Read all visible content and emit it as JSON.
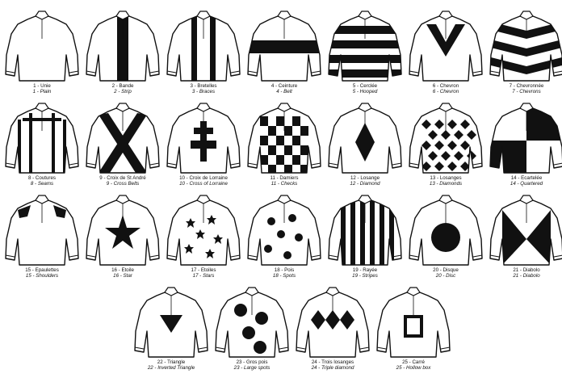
{
  "silks": [
    {
      "num": "1",
      "fr": "Unie",
      "en": "Plain",
      "pattern": "plain"
    },
    {
      "num": "2",
      "fr": "Bande",
      "en": "Strip",
      "pattern": "strip"
    },
    {
      "num": "3",
      "fr": "Bretelles",
      "en": "Braces",
      "pattern": "braces"
    },
    {
      "num": "4",
      "fr": "Ceinture",
      "en": "Belt",
      "pattern": "belt"
    },
    {
      "num": "5",
      "fr": "Cerclée",
      "en": "Hooped",
      "pattern": "hooped"
    },
    {
      "num": "6",
      "fr": "Chevron",
      "en": "Chevron",
      "pattern": "chevron"
    },
    {
      "num": "7",
      "fr": "Chevronnée",
      "en": "Chevrons",
      "pattern": "chevrons"
    },
    {
      "num": "8",
      "fr": "Coutures",
      "en": "Seams",
      "pattern": "seams"
    },
    {
      "num": "9",
      "fr": "Croix de St André",
      "en": "Cross Belts",
      "pattern": "crossbelts"
    },
    {
      "num": "10",
      "fr": "Croix de Lorraine",
      "en": "Cross of Lorraine",
      "pattern": "lorraine"
    },
    {
      "num": "11",
      "fr": "Damiers",
      "en": "Checks",
      "pattern": "checks"
    },
    {
      "num": "12",
      "fr": "Losange",
      "en": "Diamond",
      "pattern": "diamond"
    },
    {
      "num": "13",
      "fr": "Losanges",
      "en": "Diamonds",
      "pattern": "diamonds"
    },
    {
      "num": "14",
      "fr": "Ecartelée",
      "en": "Quartered",
      "pattern": "quartered"
    },
    {
      "num": "15",
      "fr": "Epaulettes",
      "en": "Shoulders",
      "pattern": "shoulders"
    },
    {
      "num": "16",
      "fr": "Etoile",
      "en": "Star",
      "pattern": "star"
    },
    {
      "num": "17",
      "fr": "Etoiles",
      "en": "Stars",
      "pattern": "stars"
    },
    {
      "num": "18",
      "fr": "Pois",
      "en": "Spots",
      "pattern": "spots"
    },
    {
      "num": "19",
      "fr": "Rayée",
      "en": "Stripes",
      "pattern": "stripes"
    },
    {
      "num": "20",
      "fr": "Disque",
      "en": "Disc",
      "pattern": "disc"
    },
    {
      "num": "21",
      "fr": "Diabolo",
      "en": "Diabolo",
      "pattern": "diabolo"
    },
    {
      "num": "22",
      "fr": "Triangle",
      "en": "Inverted Triangle",
      "pattern": "triangle"
    },
    {
      "num": "23",
      "fr": "Gros pois",
      "en": "Large spots",
      "pattern": "largespots"
    },
    {
      "num": "24",
      "fr": "Trois losanges",
      "en": "Triple diamond",
      "pattern": "triplediamond"
    },
    {
      "num": "25",
      "fr": "Carré",
      "en": "Hollow box",
      "pattern": "hollowbox"
    }
  ]
}
